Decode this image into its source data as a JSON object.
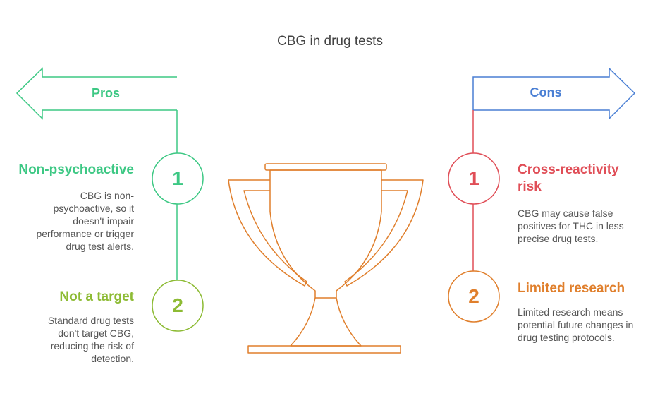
{
  "title": "CBG in drug tests",
  "colors": {
    "pros": "#3dc884",
    "cons": "#4a7fd4",
    "pros_item_1": "#3dc884",
    "pros_item_2": "#8dbb34",
    "cons_item_1": "#e04e57",
    "cons_item_2": "#e07f2c",
    "trophy": "#e07f2c"
  },
  "pros": {
    "label": "Pros",
    "items": [
      {
        "number": "1",
        "heading": "Non-psychoactive",
        "description": "CBG is non-psychoactive, so it doesn't impair performance or trigger drug test alerts."
      },
      {
        "number": "2",
        "heading": "Not a target",
        "description": "Standard drug tests don't target CBG, reducing the risk of detection."
      }
    ]
  },
  "cons": {
    "label": "Cons",
    "items": [
      {
        "number": "1",
        "heading": "Cross-reactivity risk",
        "description": "CBG may cause false positives for THC in less precise drug tests."
      },
      {
        "number": "2",
        "heading": "Limited research",
        "description": "Limited research means potential future changes in drug testing protocols."
      }
    ]
  },
  "center_icon": "trophy-icon"
}
